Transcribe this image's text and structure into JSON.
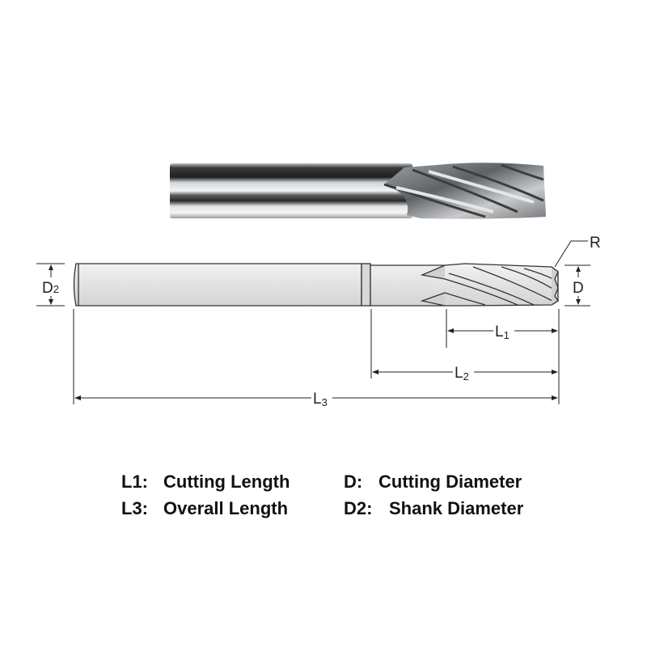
{
  "dimensions": {
    "D2": {
      "letter": "D",
      "sub": "2"
    },
    "D": {
      "letter": "D"
    },
    "R": {
      "letter": "R"
    },
    "L1": {
      "letter": "L",
      "sub": "1"
    },
    "L2": {
      "letter": "L",
      "sub": "2"
    },
    "L3": {
      "letter": "L",
      "sub": "3"
    }
  },
  "legend": [
    {
      "key": "L1:",
      "desc": "Cutting Length"
    },
    {
      "key": "D:",
      "desc": "Cutting Diameter"
    },
    {
      "key": "L3:",
      "desc": "Overall Length"
    },
    {
      "key": "D2:",
      "desc": "Shank Diameter"
    }
  ],
  "colors": {
    "line": "#222222",
    "tool_fill": "#e6e6e6",
    "tool_outline": "#333333"
  }
}
